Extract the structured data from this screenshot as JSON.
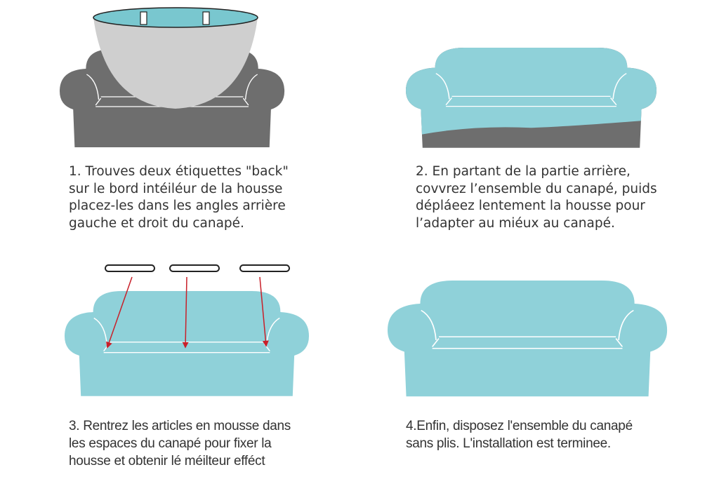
{
  "colors": {
    "sofa_gray": "#6e6e6e",
    "cover_teal": "#8fd1d9",
    "bowl_gray": "#cfcfcf",
    "arrow_red": "#c8202a",
    "text": "#333333"
  },
  "steps": [
    {
      "lines": [
        "1. Trouves deux étiquettes \"back\"",
        "sur le bord intéiléur de la housse",
        "placez-les dans les angles arrière",
        "gauche et droit du canapé."
      ]
    },
    {
      "lines": [
        "2. En partant de la partie arrière,",
        "covvrez l’ensemble du canapé, puids",
        "dépláeez lentement la housse pour",
        "l’adapter au miéux au canapé."
      ]
    },
    {
      "lines": [
        "3. Rentrez les articles en mousse dans",
        "les espaces du canapé pour fixer la",
        "housse et obtenir lé méilteur efféct"
      ]
    },
    {
      "lines": [
        "4.Enfin, disposez l'ensemble du canapé",
        "sans plis. L'installation est terminee."
      ]
    }
  ]
}
